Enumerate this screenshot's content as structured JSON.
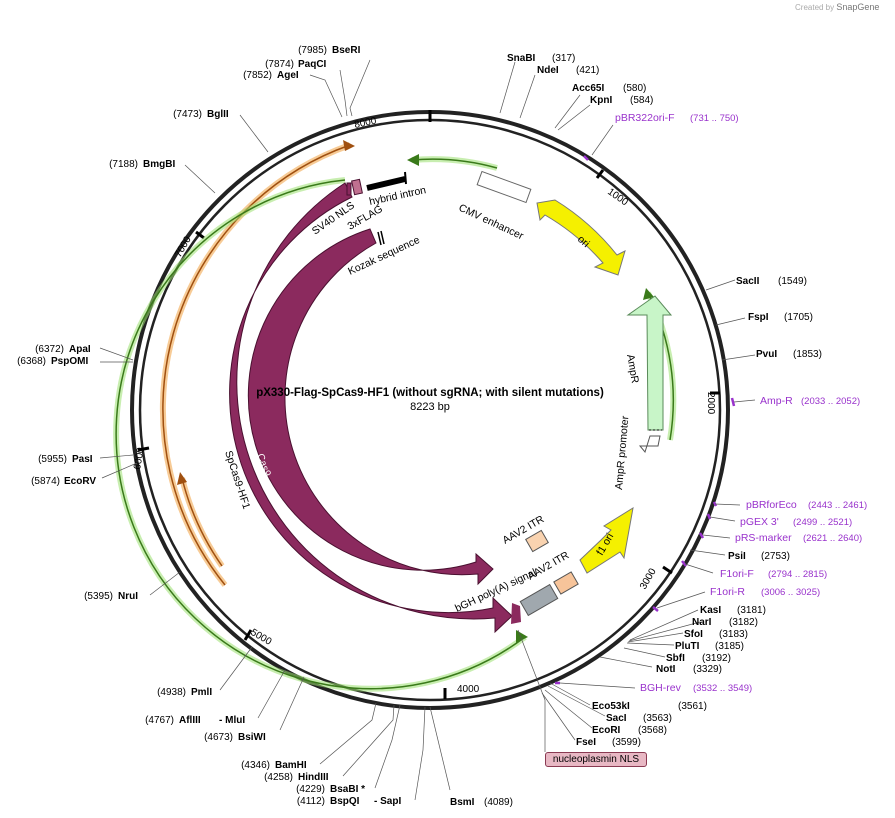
{
  "brand": {
    "created_by": "Created by",
    "name": "SnapGene"
  },
  "plasmid": {
    "name": "pX330-Flag-SpCas9-HF1 (without sgRNA; with silent mutations)",
    "length": "8223 bp"
  },
  "ticks": [
    "1000",
    "2000",
    "3000",
    "4000",
    "5000",
    "6000",
    "7000",
    "8000"
  ],
  "features": {
    "cmv_enhancer": "CMV enhancer",
    "hybrid_intron": "hybrid intron",
    "sv40_nls": "SV40 NLS",
    "flag3x": "3xFLAG",
    "kozak": "Kozak sequence",
    "ori": "ori",
    "ampr": "AmpR",
    "ampr_promoter": "AmpR promoter",
    "f1_ori": "f1 ori",
    "aav2_itr_1": "AAV2 ITR",
    "aav2_itr_2": "AAV2 ITR",
    "bgh": "bGH poly(A) signal",
    "cas9": "Cas9",
    "spcas9": "SpCas9-HF1",
    "nucleoplasmin": "nucleoplasmin NLS"
  },
  "sites": [
    {
      "pos": "(7985)",
      "name": "BseRI"
    },
    {
      "pos": "(7874)",
      "name": "PaqCI"
    },
    {
      "pos": "(7852)",
      "name": "AgeI"
    },
    {
      "pos": "(7473)",
      "name": "BglII"
    },
    {
      "pos": "(7188)",
      "name": "BmgBI"
    },
    {
      "pos": "(6372)",
      "name": "ApaI"
    },
    {
      "pos": "(6368)",
      "name": "PspOMI"
    },
    {
      "pos": "(5955)",
      "name": "PasI"
    },
    {
      "pos": "(5874)",
      "name": "EcoRV"
    },
    {
      "pos": "(5395)",
      "name": "NruI"
    },
    {
      "pos": "(4938)",
      "name": "PmlI"
    },
    {
      "pos": "(4767)",
      "name": "AflIII"
    },
    {
      "pos": "",
      "name": "- MluI"
    },
    {
      "pos": "(4673)",
      "name": "BsiWI"
    },
    {
      "pos": "(4346)",
      "name": "BamHI"
    },
    {
      "pos": "(4258)",
      "name": "HindIII"
    },
    {
      "pos": "(4229)",
      "name": "BsaBI *"
    },
    {
      "pos": "(4112)",
      "name": "BspQI"
    },
    {
      "pos": "",
      "name": "- SapI"
    },
    {
      "pos": "(4089)",
      "name": "BsmI"
    },
    {
      "pos": "(317)",
      "name": "SnaBI"
    },
    {
      "pos": "(421)",
      "name": "NdeI"
    },
    {
      "pos": "(580)",
      "name": "Acc65I"
    },
    {
      "pos": "(584)",
      "name": "KpnI"
    },
    {
      "pos": "(1549)",
      "name": "SacII"
    },
    {
      "pos": "(1705)",
      "name": "FspI"
    },
    {
      "pos": "(1853)",
      "name": "PvuI"
    },
    {
      "pos": "(2753)",
      "name": "PsiI"
    },
    {
      "pos": "(3181)",
      "name": "KasI"
    },
    {
      "pos": "(3182)",
      "name": "NarI"
    },
    {
      "pos": "(3183)",
      "name": "SfoI"
    },
    {
      "pos": "(3185)",
      "name": "PluTI"
    },
    {
      "pos": "(3192)",
      "name": "SbfI"
    },
    {
      "pos": "(3329)",
      "name": "NotI"
    },
    {
      "pos": "(3561)",
      "name": "Eco53kI"
    },
    {
      "pos": "(3563)",
      "name": "SacI"
    },
    {
      "pos": "(3568)",
      "name": "EcoRI"
    },
    {
      "pos": "(3599)",
      "name": "FseI"
    }
  ],
  "primers": [
    {
      "name": "pBR322ori-F",
      "range": "(731 .. 750)"
    },
    {
      "name": "Amp-R",
      "range": "(2033 .. 2052)"
    },
    {
      "name": "pBRforEco",
      "range": "(2443 .. 2461)"
    },
    {
      "name": "pGEX 3'",
      "range": "(2499 .. 2521)"
    },
    {
      "name": "pRS-marker",
      "range": "(2621 .. 2640)"
    },
    {
      "name": "F1ori-F",
      "range": "(2794 .. 2815)"
    },
    {
      "name": "F1ori-R",
      "range": "(3006 .. 3025)"
    },
    {
      "name": "BGH-rev",
      "range": "(3532 .. 3549)"
    }
  ],
  "colors": {
    "cas9": "#8b2a5e",
    "ori": "#f5f000",
    "ampr": "#c8f5c8",
    "primer": "#9932cc",
    "orange": "#f0a040",
    "green": "#4a9a2a"
  }
}
